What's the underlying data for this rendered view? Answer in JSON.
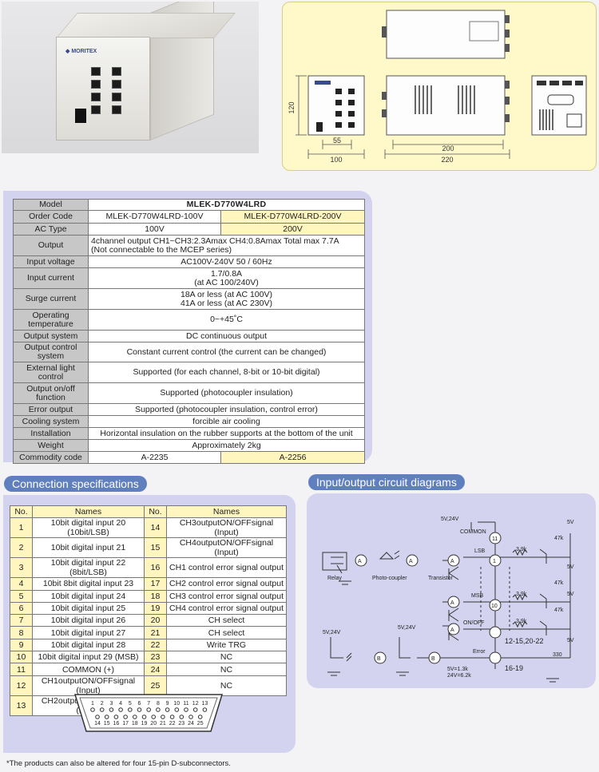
{
  "drawing": {
    "dims": [
      "120",
      "55",
      "100",
      "200",
      "220"
    ]
  },
  "spec": {
    "model_label": "Model",
    "model_value": "MLEK-D770W4LRD",
    "order_code_label": "Order Code",
    "order_code_100": "MLEK-D770W4LRD-100V",
    "order_code_200": "MLEK-D770W4LRD-200V",
    "ac_type_label": "AC Type",
    "ac_100": "100V",
    "ac_200": "200V",
    "output_label": "Output",
    "output_line1": "4channel output CH1~CH3:2.3Amax CH4:0.8Amax Total max 7.7A",
    "output_line2": "(Not connectable to the MCEP series)",
    "input_voltage_label": "Input voltage",
    "input_voltage_value": "AC100V-240V  50 / 60Hz",
    "input_current_label": "Input current",
    "input_current_line1": "1.7/0.8A",
    "input_current_line2": "(at AC 100/240V)",
    "surge_label": "Surge current",
    "surge_line1": "18A or less (at AC 100V)",
    "surge_line2": "41A or less (at AC 230V)",
    "op_temp_label": "Operating temperature",
    "op_temp_value": "0~+45˚C",
    "output_system_label": "Output system",
    "output_system_value": "DC continuous output",
    "output_control_label": "Output control system",
    "output_control_value": "Constant current control (the current can be changed)",
    "ext_light_label": "External light control",
    "ext_light_value": "Supported (for each channel, 8-bit or 10-bit digital)",
    "onoff_label": "Output on/off function",
    "onoff_value": "Supported (photocoupler insulation)",
    "error_label": "Error output",
    "error_value": "Supported (photocoupler insulation, control error)",
    "cooling_label": "Cooling system",
    "cooling_value": "forcible air cooling",
    "install_label": "Installation",
    "install_value": "Horizontal insulation on the rubber supports at the bottom of the unit",
    "weight_label": "Weight",
    "weight_value": "Approximately 2kg",
    "commodity_label": "Commodity code",
    "commodity_100": "A-2235",
    "commodity_200": "A-2256"
  },
  "connection": {
    "title": "Connection specifications",
    "header_no": "No.",
    "header_names": "Names",
    "left": [
      {
        "no": "1",
        "name": "10bit digital input 20 (10bit/LSB)"
      },
      {
        "no": "2",
        "name": "10bit digital input  21"
      },
      {
        "no": "3",
        "name": "10bit digital input  22 (8bit/LSB)"
      },
      {
        "no": "4",
        "name": "10bit 8bit digital input  23"
      },
      {
        "no": "5",
        "name": "10bit digital input  24"
      },
      {
        "no": "6",
        "name": "10bit digital input  25"
      },
      {
        "no": "7",
        "name": "10bit digital input  26"
      },
      {
        "no": "8",
        "name": "10bit digital input  27"
      },
      {
        "no": "9",
        "name": "10bit digital input  28"
      },
      {
        "no": "10",
        "name": "10bit digital input  29 (MSB)"
      },
      {
        "no": "11",
        "name": "COMMON (+)"
      },
      {
        "no": "12",
        "name": "CH1outputON/OFFsignal (Input)"
      },
      {
        "no": "13",
        "name": "CH2outputON/OFFsignal (Input)"
      }
    ],
    "right": [
      {
        "no": "14",
        "name": "CH3outputON/OFFsignal (Input)"
      },
      {
        "no": "15",
        "name": "CH4outputON/OFFsignal (Input)"
      },
      {
        "no": "16",
        "name": "CH1 control error signal output"
      },
      {
        "no": "17",
        "name": "CH2 control error signal output"
      },
      {
        "no": "18",
        "name": "CH3 control error signal output"
      },
      {
        "no": "19",
        "name": "CH4 control error signal output"
      },
      {
        "no": "20",
        "name": "CH select"
      },
      {
        "no": "21",
        "name": "CH select"
      },
      {
        "no": "22",
        "name": "Write TRG"
      },
      {
        "no": "23",
        "name": "NC"
      },
      {
        "no": "24",
        "name": "NC"
      },
      {
        "no": "25",
        "name": "NC"
      }
    ],
    "connector_top_pins": [
      "1",
      "2",
      "3",
      "4",
      "5",
      "6",
      "7",
      "8",
      "9",
      "10",
      "11",
      "12",
      "13"
    ],
    "connector_bottom_pins": [
      "14",
      "15",
      "16",
      "17",
      "18",
      "19",
      "20",
      "21",
      "22",
      "23",
      "24",
      "25"
    ]
  },
  "io": {
    "title": "Input/output circuit diagrams",
    "labels": {
      "v524_top": "5V,24V",
      "common": "COMMON",
      "n11": "11",
      "lsb": "LSB",
      "n1": "1",
      "msb": "MSB",
      "n10": "10",
      "onoff": "ON/OFF",
      "range1": "12-15,20-22",
      "error": "Error",
      "range2": "16-19",
      "relay": "Relay",
      "photo": "Photo-coupler",
      "transistor": "Transistor",
      "v524_left": "5V,24V",
      "v524_mid": "5V,24V",
      "a": "A",
      "b": "B",
      "r39k": "3.9k",
      "r47k": "47k",
      "r330": "330",
      "v5": "5V",
      "res_note1": "5V=1.3k",
      "res_note2": "24V=6.2k"
    }
  },
  "footnote": "*The products can also be altered for four 15-pin D-subconnectors."
}
